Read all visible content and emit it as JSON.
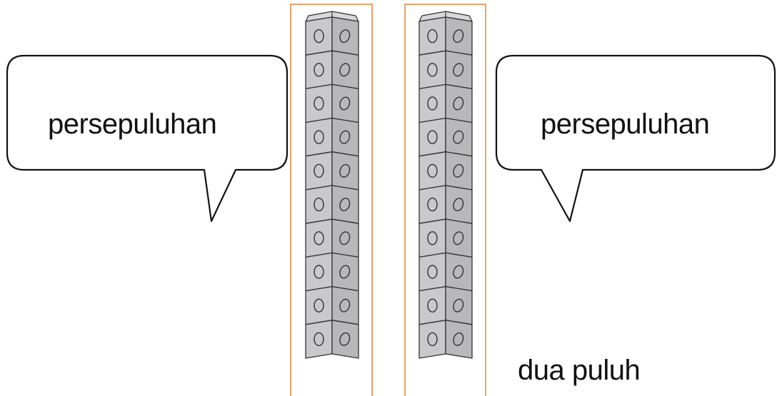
{
  "bubbles": {
    "left_label": "persepuluhan",
    "right_label": "persepuluhan"
  },
  "rods": {
    "count": 2,
    "cubes_per_rod": 10,
    "cube_fill": "#c9c9cb",
    "cube_top_fill": "#d8d8da",
    "cube_side_fill": "#b8b8ba",
    "frame_color": "#e07a2c"
  },
  "total_label": "dua puluh",
  "bubble_stroke": "#111111"
}
